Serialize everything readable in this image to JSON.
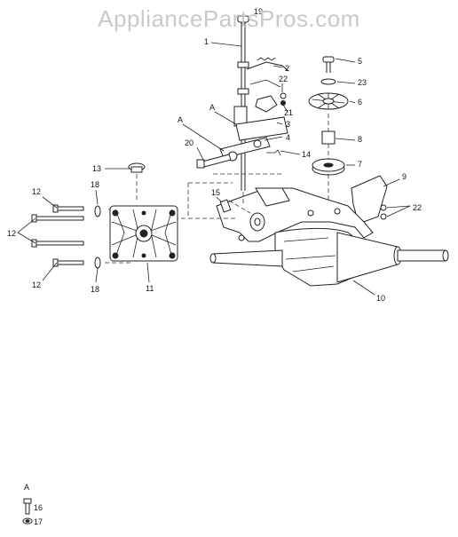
{
  "watermark": "AppliancePartsPros.com",
  "callouts": {
    "c1": "1",
    "c2": "2",
    "c3": "3",
    "c4": "4",
    "c5": "5",
    "c6": "6",
    "c7": "7",
    "c8": "8",
    "c9": "9",
    "c10": "10",
    "c11": "11",
    "c12a": "12",
    "c12b": "12",
    "c12c": "12",
    "c13": "13",
    "c14": "14",
    "c15": "15",
    "c16": "16",
    "c17": "17",
    "c18a": "18",
    "c18b": "18",
    "c19": "19",
    "c20": "20",
    "c21": "21",
    "c22a": "22",
    "c22b": "22",
    "c23": "23",
    "refA1": "A",
    "refA2": "A",
    "refA3": "A"
  }
}
